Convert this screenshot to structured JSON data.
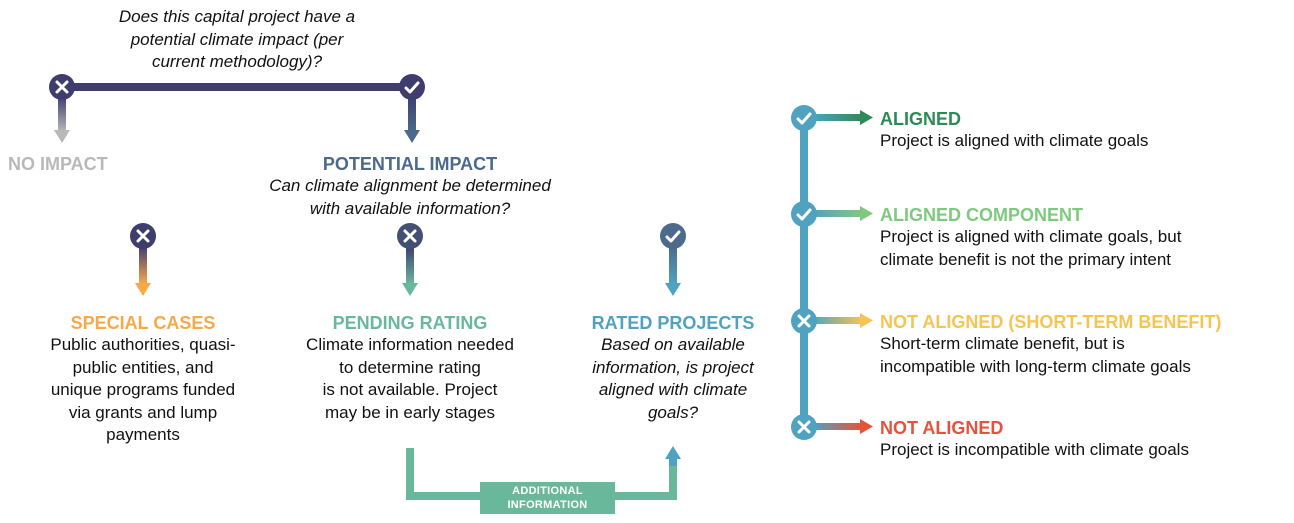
{
  "top_question": "Does this capital project have a potential climate impact (per current methodology)?",
  "top_question_lines": [
    "Does this capital project have a",
    "potential climate impact (per",
    "current methodology)?"
  ],
  "no_impact": "NO IMPACT",
  "potential_impact": {
    "heading": "POTENTIAL IMPACT",
    "question_lines": [
      "Can climate alignment be determined",
      "with available information?"
    ]
  },
  "special_cases": {
    "heading": "SPECIAL CASES",
    "desc_lines": [
      "Public authorities, quasi-",
      "public entities, and",
      "unique programs funded",
      "via grants and lump",
      "payments"
    ]
  },
  "pending_rating": {
    "heading": "PENDING RATING",
    "desc_lines": [
      "Climate information needed",
      "to determine rating",
      "is not available. Project",
      "may be in early stages"
    ]
  },
  "rated_projects": {
    "heading": "RATED PROJECTS",
    "question_lines": [
      "Based on available",
      "information, is project",
      "aligned with climate",
      "goals?"
    ]
  },
  "additional_information_lines": [
    "ADDITIONAL",
    "INFORMATION"
  ],
  "outcomes": [
    {
      "heading": "ALIGNED",
      "desc_lines": [
        "Project is aligned with climate goals"
      ],
      "color": "#2e8b57",
      "icon": "check-icon"
    },
    {
      "heading": "ALIGNED COMPONENT",
      "desc_lines": [
        "Project is aligned with climate goals, but",
        "climate benefit is not the primary intent"
      ],
      "color": "#7fc97f",
      "icon": "check-icon"
    },
    {
      "heading": "NOT ALIGNED (SHORT-TERM BENEFIT)",
      "desc_lines": [
        "Short-term climate benefit, but is",
        "incompatible with long-term climate goals"
      ],
      "color": "#f6c453",
      "icon": "cross-icon"
    },
    {
      "heading": "NOT ALIGNED",
      "desc_lines": [
        "Project is incompatible with climate goals"
      ],
      "color": "#e5533d",
      "icon": "cross-icon"
    }
  ],
  "colors": {
    "navy": "#3f3d6e",
    "slate": "#4b6a8c",
    "teal": "#4fa3c0",
    "gray": "#b8b8b8",
    "orange": "#f7a94a",
    "mint": "#6ab89c",
    "green_dark": "#2e8b57",
    "green_light": "#7fc97f",
    "yellow": "#f6c453",
    "red": "#e5533d"
  }
}
